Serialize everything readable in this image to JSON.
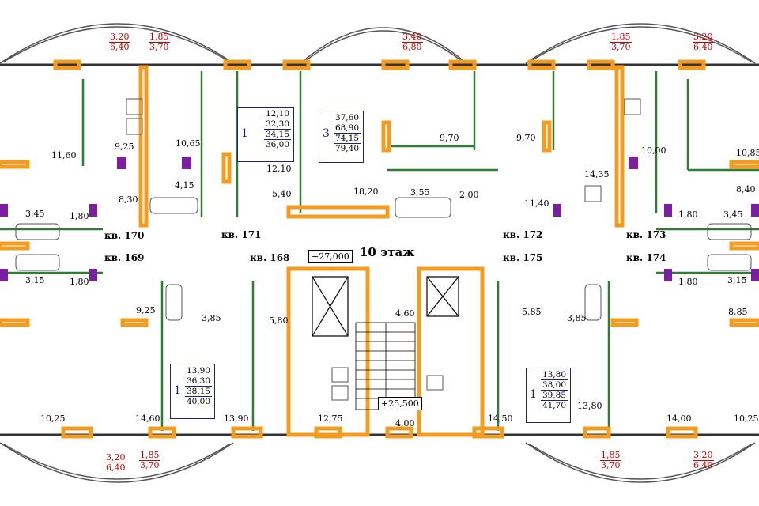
{
  "floor_label": "10  этаж",
  "elevations": {
    "top": "+27,000",
    "bottom": "+25,500"
  },
  "apartments": [
    {
      "number": "кв. 168"
    },
    {
      "number": "кв. 169"
    },
    {
      "number": "кв. 170"
    },
    {
      "number": "кв. 171"
    },
    {
      "number": "кв. 172"
    },
    {
      "number": "кв. 173"
    },
    {
      "number": "кв. 174"
    },
    {
      "number": "кв. 175"
    }
  ],
  "summary_boxes": [
    {
      "rooms": "1",
      "values": [
        "12,10",
        "32,30",
        "34,15",
        "36,00"
      ]
    },
    {
      "rooms": "3",
      "values": [
        "37,60",
        "68,90",
        "74,15",
        "79,40"
      ]
    },
    {
      "rooms": "1",
      "values": [
        "13,90",
        "36,30",
        "38,15",
        "40,00"
      ]
    },
    {
      "rooms": "1",
      "values": [
        "13,80",
        "38,00",
        "39,85",
        "41,70"
      ]
    }
  ],
  "balcony_dims": [
    {
      "top": "3,20",
      "bottom": "6,40"
    },
    {
      "top": "1,85",
      "bottom": "3,70"
    },
    {
      "top": "3,40",
      "bottom": "6,80"
    },
    {
      "top": "1,85",
      "bottom": "3,70"
    },
    {
      "top": "3,20",
      "bottom": "6,40"
    },
    {
      "top": "3,20",
      "bottom": "6,40"
    },
    {
      "top": "1,85",
      "bottom": "3,70"
    },
    {
      "top": "1,85",
      "bottom": "3,70"
    },
    {
      "top": "3,20",
      "bottom": "6,40"
    }
  ],
  "room_areas": [
    "11,60",
    "9,25",
    "10,65",
    "4,15",
    "12,10",
    "5,40",
    "18,20",
    "3,55",
    "2,00",
    "9,70",
    "9,70",
    "14,35",
    "11,40",
    "10,00",
    "10,85",
    "8,40",
    "8,30",
    "3,45",
    "1,80",
    "3,15",
    "1,80",
    "1,80",
    "3,45",
    "1,80",
    "3,15",
    "9,25",
    "3,85",
    "5,80",
    "4,60",
    "5,85",
    "3,85",
    "8,85",
    "10,25",
    "14,60",
    "13,90",
    "12,75",
    "4,00",
    "14,50",
    "13,80",
    "14,00",
    "10,25"
  ],
  "colors": {
    "wall_accent": "#f39c1f",
    "wall": "#2e7d32",
    "fixture": "#7b1fa2",
    "dimension": "#cc0000",
    "outline": "#1a237e"
  }
}
